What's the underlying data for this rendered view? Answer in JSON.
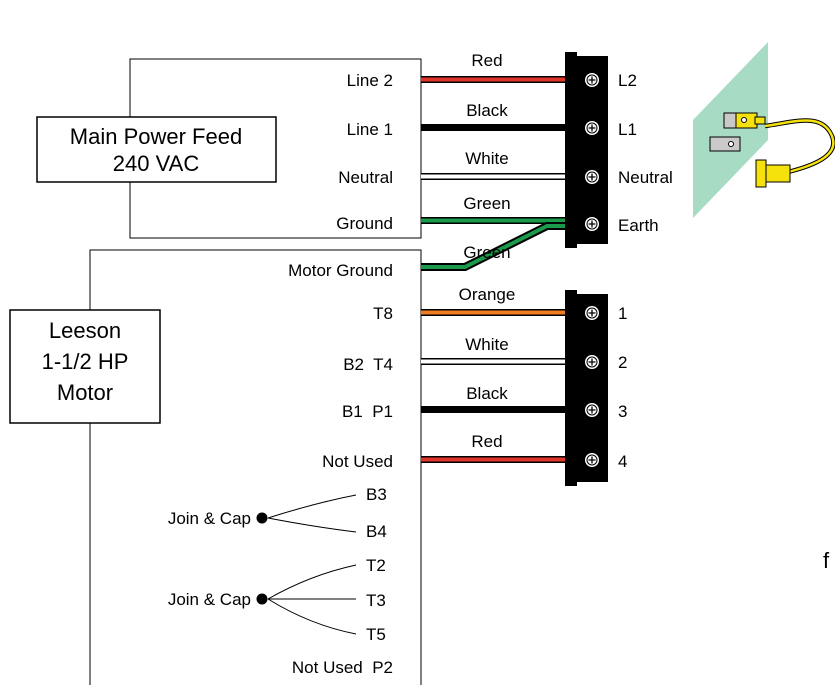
{
  "power_box": {
    "title_line1": "Main Power Feed",
    "title_line2": "240 VAC",
    "labels": [
      "Line 2",
      "Line 1",
      "Neutral",
      "Ground"
    ]
  },
  "motor_box": {
    "title_line1": "Leeson",
    "title_line2": "1-1/2 HP",
    "title_line3": "Motor",
    "labels": [
      "Motor Ground",
      "T8",
      "B2  T4",
      "B1  P1",
      "Not Used",
      "B3",
      "B4",
      "T2",
      "T3",
      "T5",
      "Not Used  P2"
    ],
    "join_cap_1": "Join & Cap",
    "join_cap_2": "Join & Cap"
  },
  "wires": {
    "line2": "Red",
    "line1": "Black",
    "neutral": "White",
    "ground": "Green",
    "motor_ground": "Green",
    "t8": "Orange",
    "t4": "White",
    "p1": "Black",
    "not_used": "Red"
  },
  "terminals": {
    "l2": "L2",
    "l1": "L1",
    "neutral": "Neutral",
    "earth": "Earth",
    "t1": "1",
    "t2": "2",
    "t3": "3",
    "t4": "4"
  },
  "edge_text": "f",
  "colors": {
    "red": "#e0352b",
    "black": "#000000",
    "green": "#1a9a4a",
    "orange": "#ef7d22",
    "white": "#ffffff",
    "connector_plate": "#a8dbc4",
    "connector_yellow": "#f5e10c"
  }
}
